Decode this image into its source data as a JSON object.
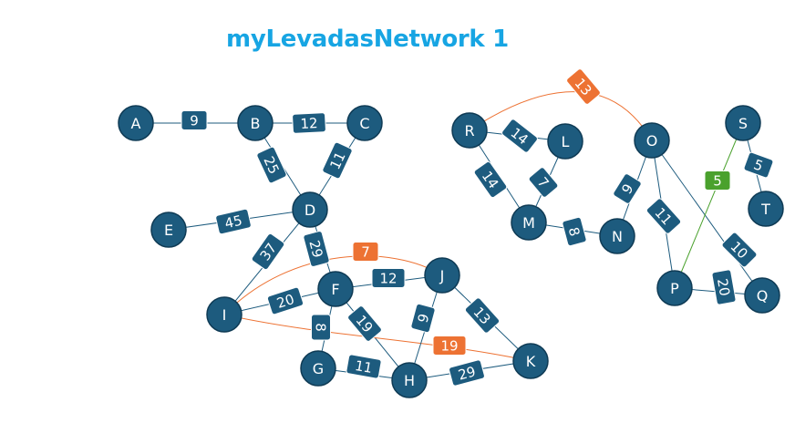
{
  "title": "myLevadasNetwork 1",
  "colors": {
    "title": "#17a5e3",
    "node": "#1d5b7e",
    "node_stroke": "#0f3b55",
    "edge": "#1d5b7e",
    "label_box": "#1d5b7e",
    "highlight_orange": "#ed7233",
    "highlight_green": "#4aa12d",
    "label_text": "#ffffff"
  },
  "nodes": [
    {
      "id": "A"
    },
    {
      "id": "B"
    },
    {
      "id": "C"
    },
    {
      "id": "D"
    },
    {
      "id": "E"
    },
    {
      "id": "F"
    },
    {
      "id": "G"
    },
    {
      "id": "H"
    },
    {
      "id": "I"
    },
    {
      "id": "J"
    },
    {
      "id": "K"
    },
    {
      "id": "L"
    },
    {
      "id": "M"
    },
    {
      "id": "N"
    },
    {
      "id": "O"
    },
    {
      "id": "P"
    },
    {
      "id": "Q"
    },
    {
      "id": "R"
    },
    {
      "id": "S"
    },
    {
      "id": "T"
    }
  ],
  "edges": [
    {
      "from": "A",
      "to": "B",
      "weight": "9"
    },
    {
      "from": "B",
      "to": "C",
      "weight": "12"
    },
    {
      "from": "B",
      "to": "D",
      "weight": "25"
    },
    {
      "from": "C",
      "to": "D",
      "weight": "11"
    },
    {
      "from": "E",
      "to": "D",
      "weight": "45"
    },
    {
      "from": "D",
      "to": "I",
      "weight": "37"
    },
    {
      "from": "D",
      "to": "F",
      "weight": "29"
    },
    {
      "from": "I",
      "to": "J",
      "weight": "7",
      "style": "orange"
    },
    {
      "from": "I",
      "to": "F",
      "weight": "20"
    },
    {
      "from": "F",
      "to": "J",
      "weight": "12"
    },
    {
      "from": "F",
      "to": "G",
      "weight": "8"
    },
    {
      "from": "F",
      "to": "H",
      "weight": "19"
    },
    {
      "from": "I",
      "to": "K",
      "weight": "19",
      "style": "orange"
    },
    {
      "from": "J",
      "to": "H",
      "weight": "9"
    },
    {
      "from": "J",
      "to": "K",
      "weight": "13"
    },
    {
      "from": "G",
      "to": "H",
      "weight": "11"
    },
    {
      "from": "H",
      "to": "K",
      "weight": "29"
    },
    {
      "from": "R",
      "to": "O",
      "weight": "13",
      "style": "orange"
    },
    {
      "from": "R",
      "to": "L",
      "weight": "14"
    },
    {
      "from": "R",
      "to": "M",
      "weight": "14"
    },
    {
      "from": "L",
      "to": "M",
      "weight": "7"
    },
    {
      "from": "M",
      "to": "N",
      "weight": "8"
    },
    {
      "from": "O",
      "to": "N",
      "weight": "9"
    },
    {
      "from": "O",
      "to": "P",
      "weight": "11"
    },
    {
      "from": "O",
      "to": "Q",
      "weight": "10"
    },
    {
      "from": "S",
      "to": "P",
      "weight": "5",
      "style": "green"
    },
    {
      "from": "S",
      "to": "T",
      "weight": "5"
    },
    {
      "from": "P",
      "to": "Q",
      "weight": "20"
    }
  ]
}
